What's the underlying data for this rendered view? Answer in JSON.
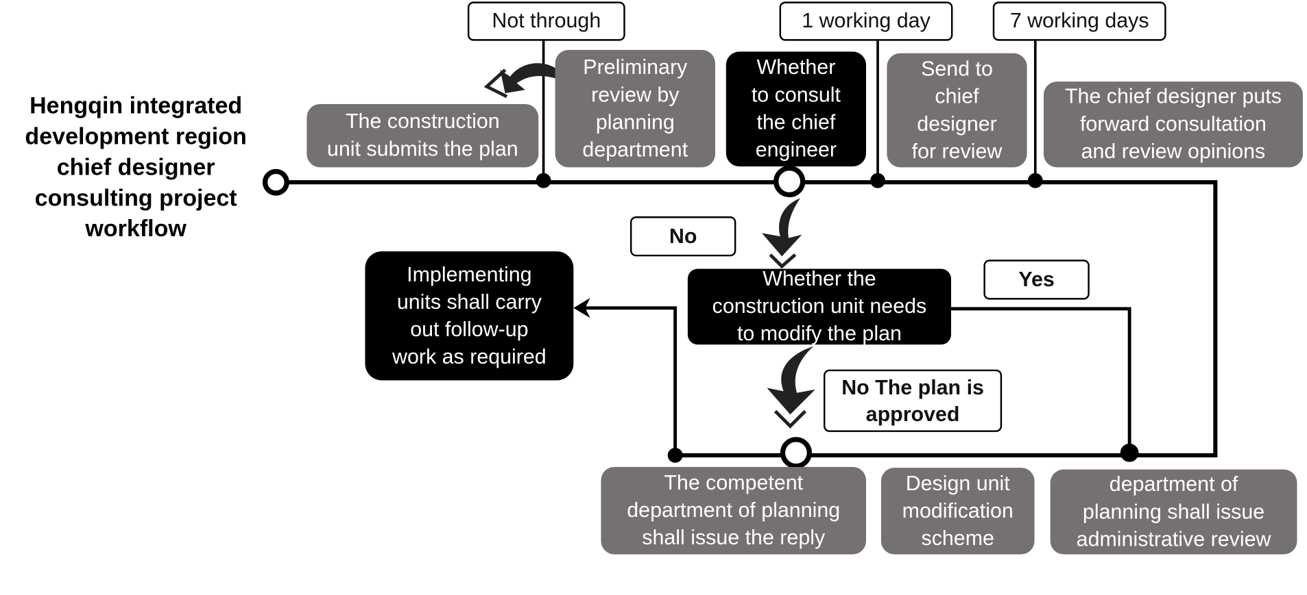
{
  "title": [
    "Hengqin integrated",
    "development region",
    "chief designer",
    "consulting project",
    "workflow"
  ],
  "tags": {
    "not_through": "Not through",
    "one_day": "1 working day",
    "seven_days": "7 working days",
    "no": "No",
    "yes": "Yes",
    "approved": [
      "No The plan is",
      "approved"
    ]
  },
  "steps": {
    "submit": [
      "The construction",
      "unit submits the plan"
    ],
    "preliminary": [
      "Preliminary",
      "review by",
      "planning",
      "department"
    ],
    "consult": [
      "Whether",
      "to consult",
      "the chief",
      "engineer"
    ],
    "send": [
      "Send to",
      "chief",
      "designer",
      "for review"
    ],
    "opinions": [
      "The chief designer puts",
      "forward consultation",
      "and review opinions"
    ],
    "modify_decision": [
      "Whether the",
      "construction unit needs",
      "to modify the plan"
    ],
    "follow_up": [
      "Implementing",
      "units shall carry",
      "out follow-up",
      "work as required"
    ],
    "reply": [
      "The competent",
      "department of planning",
      "shall issue the reply"
    ],
    "design_mod": [
      "Design unit",
      "modification",
      "scheme"
    ],
    "admin_review": [
      "department of",
      "planning shall issue",
      "administrative review"
    ]
  },
  "colors": {
    "gray_box": "#757170",
    "black_box": "#000000",
    "line": "#000000"
  }
}
